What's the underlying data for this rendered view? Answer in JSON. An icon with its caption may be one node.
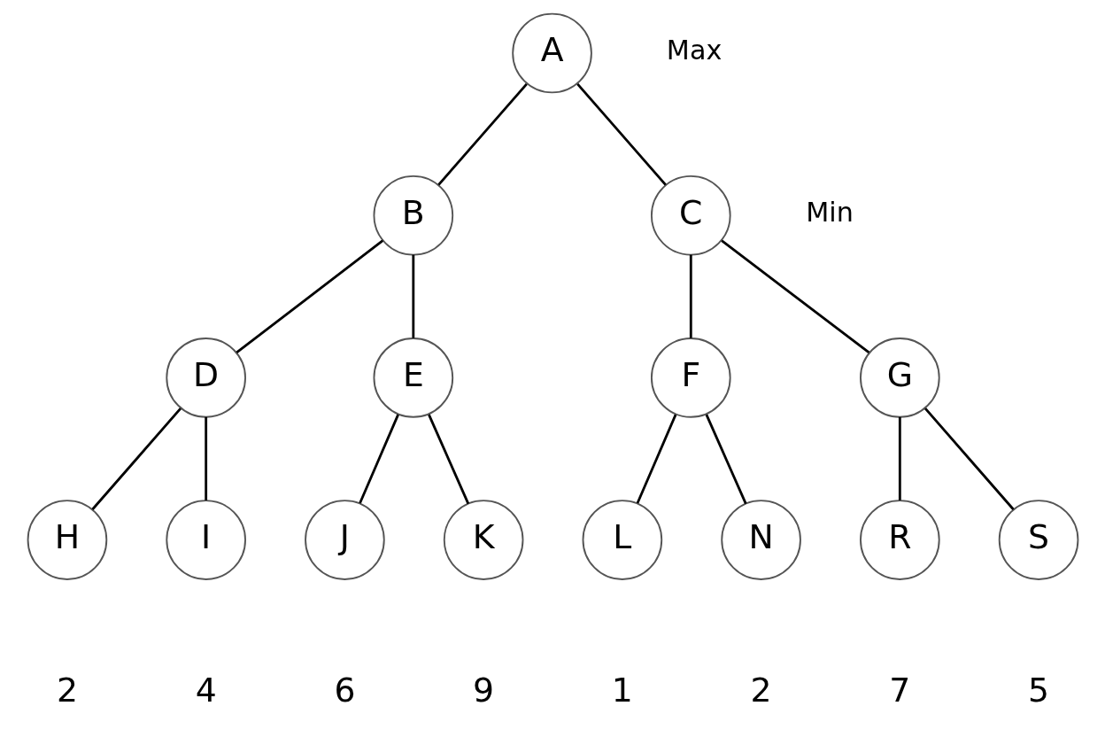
{
  "diagram": {
    "nodes": [
      {
        "text": [
          "A"
        ]
      },
      {
        "text": [
          "B"
        ]
      },
      {
        "text": [
          "C"
        ]
      },
      {
        "text": [
          "D"
        ]
      },
      {
        "text": [
          "E"
        ]
      },
      {
        "text": [
          "F"
        ]
      },
      {
        "text": [
          "G"
        ]
      },
      {
        "text": [
          "H"
        ],
        "beside": [
          "2"
        ]
      },
      {
        "text": [
          "I"
        ],
        "beside": [
          "4"
        ]
      },
      {
        "text": [
          "J"
        ],
        "beside": [
          "6"
        ]
      },
      {
        "text": [
          "K"
        ],
        "beside": [
          "9"
        ]
      },
      {
        "text": [
          "L"
        ],
        "beside": [
          "1"
        ]
      },
      {
        "text": [
          "N"
        ],
        "beside": [
          "2"
        ]
      },
      {
        "text": [
          "R"
        ],
        "beside": [
          "7"
        ]
      },
      {
        "text": [
          "S"
        ],
        "beside": [
          "5"
        ]
      }
    ],
    "edges": [
      {
        "from": 0,
        "to": 1,
        "arrow": "none"
      },
      {
        "from": 0,
        "to": 2,
        "arrow": "none"
      },
      {
        "from": 1,
        "to": 3,
        "arrow": "none"
      },
      {
        "from": 1,
        "to": 4,
        "arrow": "none"
      },
      {
        "from": 2,
        "to": 5,
        "arrow": "none"
      },
      {
        "from": 2,
        "to": 6,
        "arrow": "none"
      },
      {
        "from": 3,
        "to": 7,
        "arrow": "none"
      },
      {
        "from": 3,
        "to": 8,
        "arrow": "none"
      },
      {
        "from": 4,
        "to": 9,
        "arrow": "none"
      },
      {
        "from": 4,
        "to": 10,
        "arrow": "none"
      },
      {
        "from": 5,
        "to": 11,
        "arrow": "none"
      },
      {
        "from": 5,
        "to": 12,
        "arrow": "none"
      },
      {
        "from": 6,
        "to": 13,
        "arrow": "none"
      },
      {
        "from": 6,
        "to": 14,
        "arrow": "none"
      }
    ],
    "labels": [
      "Max",
      "Min"
    ]
  }
}
